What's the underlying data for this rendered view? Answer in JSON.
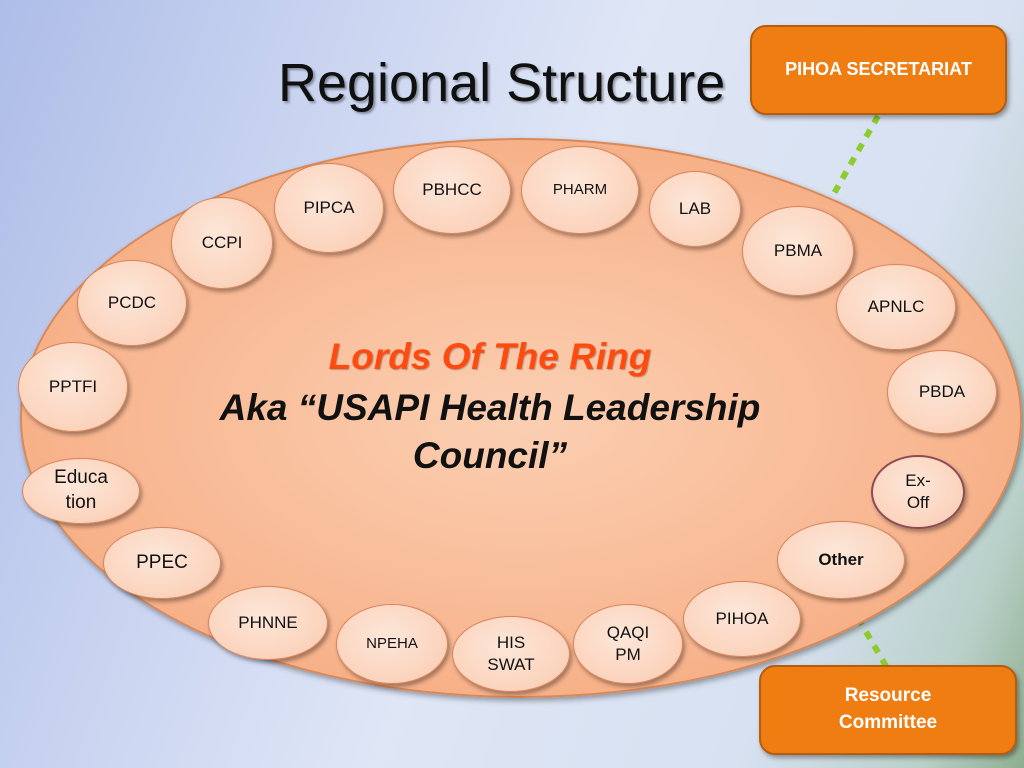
{
  "slide": {
    "title": "Regional Structure",
    "center_line1": "Lords Of The Ring",
    "center_line2": "Aka “USAPI Health Leadership\nCouncil”"
  },
  "boxes": {
    "top": "PIHOA SECRETARIAT",
    "bottom": "Resource\nCommittee"
  },
  "nodes": [
    "PBHCC",
    "PHARM",
    "PIPCA",
    "LAB",
    "CCPI",
    "PBMA",
    "PCDC",
    "APNLC",
    "PPTFI",
    "PBDA",
    "Educa\ntion",
    "Ex-\nOff",
    "Other",
    "PPEC",
    "PIHOA",
    "PHNNE",
    "NPEHA",
    "HIS\nSWAT",
    "QAQI\nPM"
  ],
  "colors": {
    "box_orange": "#f07d12",
    "center_title": "#ff4a10",
    "connector": "#8ccc2e"
  }
}
